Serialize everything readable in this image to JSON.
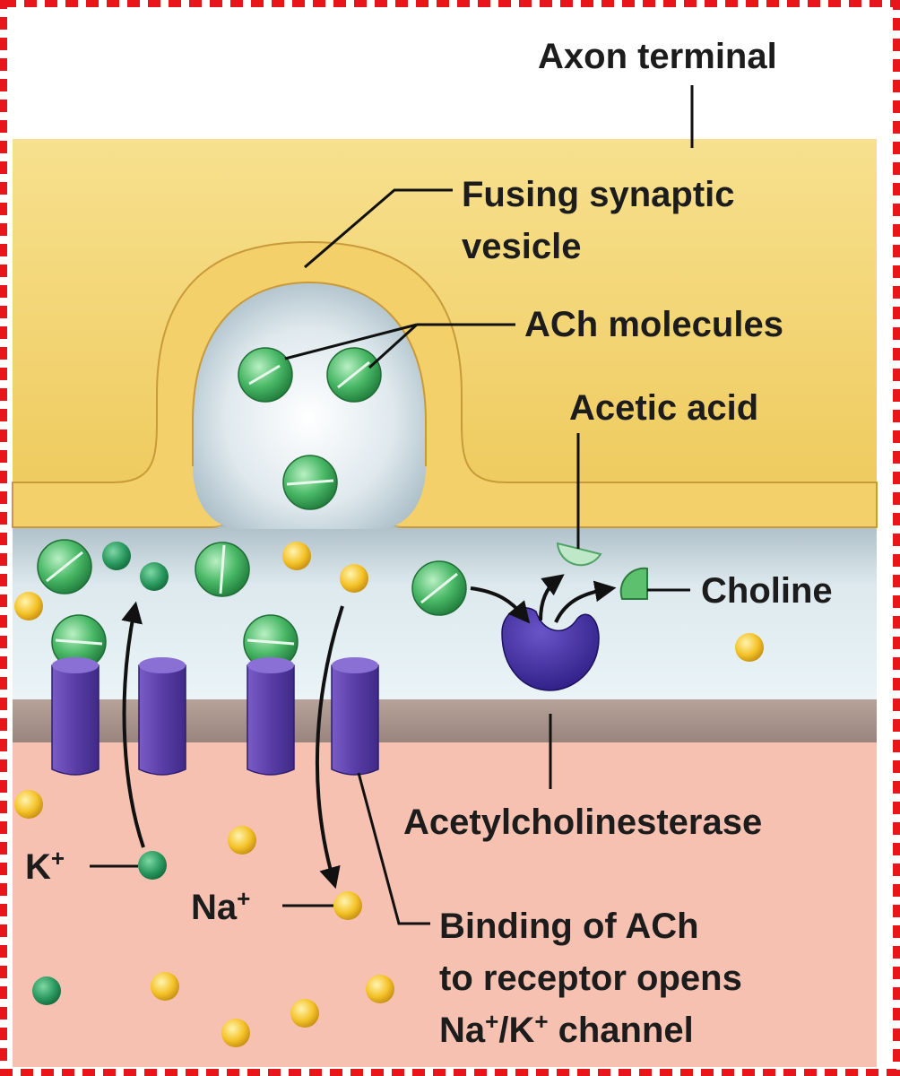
{
  "labels": {
    "axon_terminal": "Axon terminal",
    "fusing_vesicle": [
      "Fusing synaptic",
      "vesicle"
    ],
    "ach_molecules": "ACh molecules",
    "acetic_acid": "Acetic acid",
    "choline": "Choline",
    "acetylcholinesterase": "Acetylcholinesterase",
    "k_ion": "K",
    "na_ion": "Na",
    "ion_charge": "+",
    "binding_line1": "Binding of ACh",
    "binding_line2": "to receptor opens",
    "binding_line3_na": "Na",
    "binding_line3_k": "/K",
    "binding_line3_rest": " channel"
  },
  "colors": {
    "frame_border": "#e8161b",
    "axon_terminal": "#f3d36a",
    "vesicle_membrane": "#f3d36a",
    "synaptic_cleft": "#dfeef2",
    "postsynaptic_membrane": "#a8938c",
    "muscle_fiber": "#f7c1b1",
    "receptor_channel": "#5b3ea8",
    "enzyme": "#38249a",
    "ach_molecule": "#3fae5f",
    "na_ion": "#f4c228",
    "k_ion": "#2b9a60"
  },
  "icons": {
    "ach": "green-sphere-icon",
    "na": "yellow-ball-icon",
    "k": "green-ball-icon",
    "receptor": "channel-icon",
    "enzyme": "acetylcholinesterase-icon"
  }
}
